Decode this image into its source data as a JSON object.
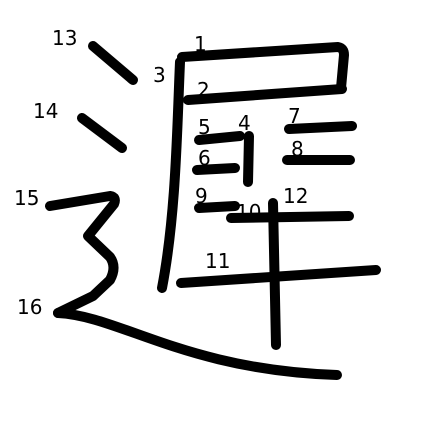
{
  "character": {
    "colors": {
      "background": "#ffffff",
      "stroke": "#000000",
      "label": "#000000"
    },
    "total_strokes": 16,
    "strokes": [
      {
        "label": "1"
      },
      {
        "label": "2"
      },
      {
        "label": "3"
      },
      {
        "label": "4"
      },
      {
        "label": "5"
      },
      {
        "label": "6"
      },
      {
        "label": "7"
      },
      {
        "label": "8"
      },
      {
        "label": "9"
      },
      {
        "label": "10"
      },
      {
        "label": "11"
      },
      {
        "label": "12"
      },
      {
        "label": "13"
      },
      {
        "label": "14"
      },
      {
        "label": "15"
      },
      {
        "label": "16"
      }
    ]
  }
}
